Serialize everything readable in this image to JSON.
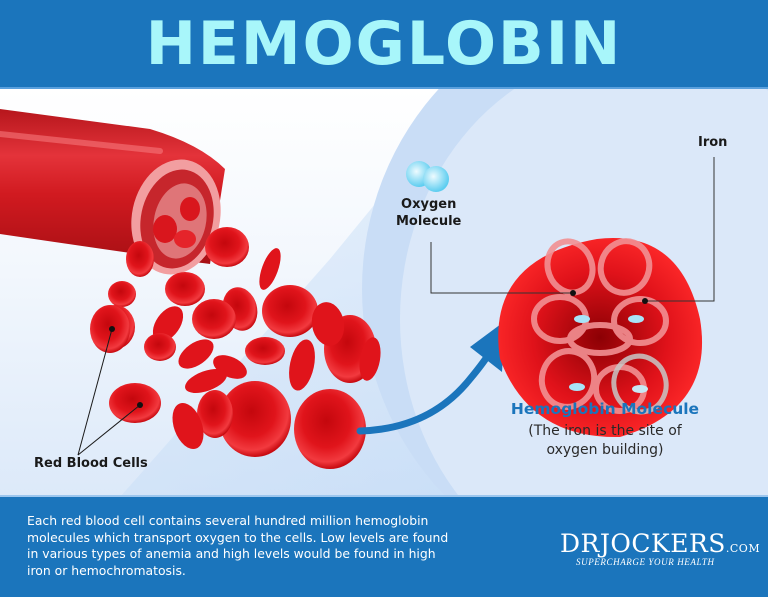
{
  "header": {
    "title": "HEMOGLOBIN"
  },
  "colors": {
    "brand_blue": "#1b75bc",
    "title_cyan": "#a8f6fa",
    "blood_red": "#e0141b",
    "panel_blue": "#c9ddf6"
  },
  "labels": {
    "red_blood_cells": "Red Blood Cells",
    "oxygen_molecule_line1": "Oxygen",
    "oxygen_molecule_line2": "Molecule",
    "iron": "Iron"
  },
  "molecule": {
    "title": "Hemoglobin Molecule",
    "caption_line1": "(The iron is the site of",
    "caption_line2": "oxygen building)"
  },
  "footer": {
    "description_lines": [
      "Each red blood cell contains several hundred million hemoglobin",
      "molecules which transport oxygen to the cells. Low levels are found",
      "in various types of anemia and high levels would be found in high",
      "iron or hemochromatosis."
    ],
    "brand": {
      "name": "DRJOCKERS",
      "suffix": ".COM",
      "tagline": "SUPERCHARGE YOUR HEALTH"
    }
  },
  "icons": {
    "blood_vessel": "blood-vessel-illustration",
    "red_blood_cell": "red-blood-cell-icon",
    "arrow": "curved-arrow-icon",
    "oxygen": "oxygen-molecule-icon",
    "hemoglobin": "hemoglobin-molecule-icon"
  }
}
